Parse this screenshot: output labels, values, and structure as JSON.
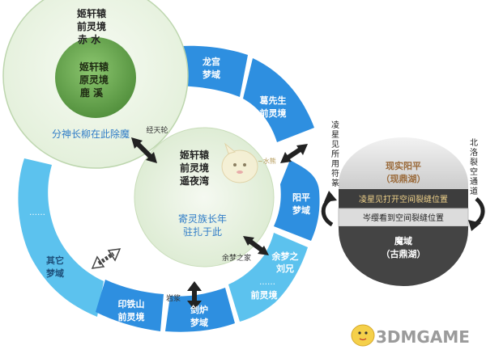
{
  "colors": {
    "ring_blue": "#2e8fe0",
    "ring_light": "#5cc2ee",
    "circle_green": "#e6f1de",
    "circle_green_inner": "#5d9e45",
    "circle_outline": "#bdd6ae",
    "text_blue": "#2f7cc7",
    "dark_gray": "#3e3e3e",
    "mid_gray": "#d8d8d8"
  },
  "top_left_circle": {
    "outer_lines": [
      "姬轩辕",
      "前灵境",
      "赤  水"
    ],
    "inner_lines": [
      "姬轩辕",
      "原灵境",
      "鹿  溪"
    ],
    "caption": "分神长柳在此除魔"
  },
  "center_circle": {
    "lines": [
      "姬轩辕",
      "前灵境",
      "遥夜湾"
    ],
    "caption_lines": [
      "寄灵族长年",
      "驻扎于此"
    ]
  },
  "ring_segments": {
    "longgong": [
      "龙宫",
      "梦域"
    ],
    "ge": [
      "葛先生",
      "前灵境"
    ],
    "yangping": [
      "阳平",
      "梦域"
    ],
    "yumeng": [
      "余梦之",
      "刘兄"
    ],
    "qianlingjing": "前灵境",
    "jianlu": [
      "剑炉",
      "梦域"
    ],
    "yintieshan": [
      "印铁山",
      "前灵境"
    ],
    "qita": [
      "其它",
      "梦域"
    ],
    "dots_left": "……",
    "dots_right": "……"
  },
  "connectors": {
    "jingtianlun": "经天轮",
    "yumengzhijia": "余梦之家",
    "yanjiang": "岩浆"
  },
  "watermark_label": "~水熊",
  "right_sphere": {
    "top_lines": [
      "现实阳平",
      "（现鼎湖）"
    ],
    "upper_mid": "凌星见打开空间裂缝位置",
    "lower_mid": "岑缨看到空间裂缝位置",
    "bottom_lines": [
      "魔域",
      "（古鼎湖）"
    ],
    "left_vertical": "凌星见所用符篆",
    "right_vertical": "北洛裂空通道"
  },
  "logo": {
    "text": "3DMGAME"
  }
}
